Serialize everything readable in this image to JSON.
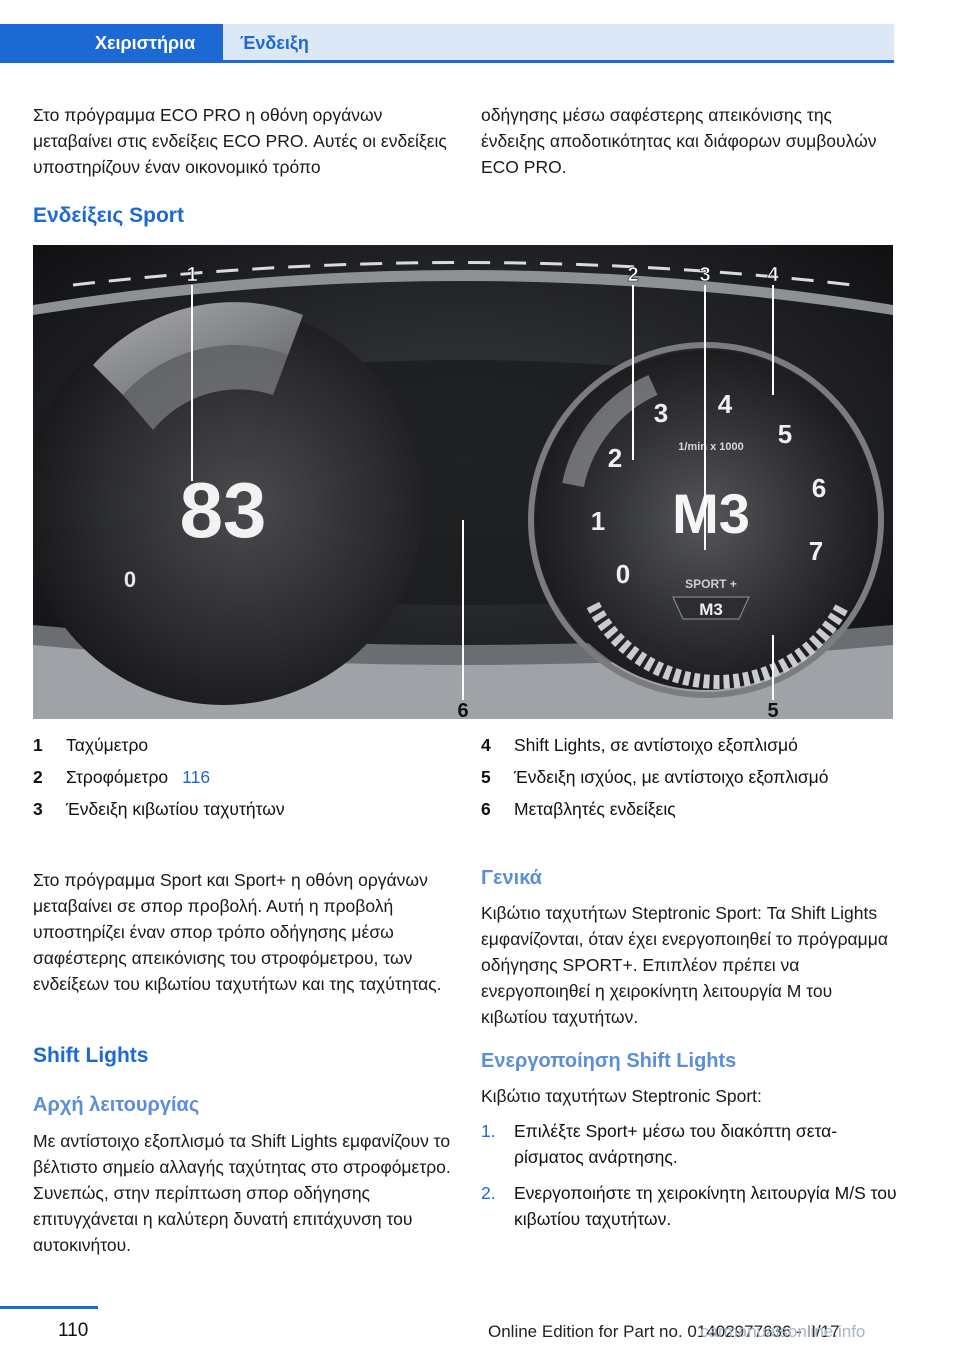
{
  "header": {
    "tab_active": "Χειριστήρια",
    "tab_inactive": "Ένδειξη"
  },
  "intro": {
    "left": "Στο πρόγραμμα ECO PRO η οθόνη οργάνων μεταβαίνει στις ενδείξεις ECO PRO. Αυτές οι ενδείξεις υποστηρίζουν έναν οικονομικό τρόπο",
    "right": "οδήγησης μέσω σαφέστερης απεικόνισης της ένδειξης αποδοτικότητας και διάφορων συμβουλών ECO PRO."
  },
  "sport_heading": "Ενδείξεις Sport",
  "cluster": {
    "speed": "83",
    "gear": "M3",
    "mode_label": "SPORT +",
    "mode_gear": "M3",
    "rpm_unit": "1/min x 1000",
    "speed_zero": "0",
    "rpm_ticks": [
      "0",
      "1",
      "2",
      "3",
      "4",
      "5",
      "6",
      "7"
    ],
    "callouts": [
      "1",
      "2",
      "3",
      "4",
      "5",
      "6"
    ]
  },
  "legend": [
    {
      "num": "1",
      "text": "Ταχύμετρο",
      "ref": ""
    },
    {
      "num": "2",
      "text": "Στροφόμετρο",
      "ref": "116"
    },
    {
      "num": "3",
      "text": "Ένδειξη κιβωτίου ταχυτήτων",
      "ref": ""
    },
    {
      "num": "4",
      "text": "Shift Lights, σε αντίστοιχο εξοπλισμό",
      "ref": ""
    },
    {
      "num": "5",
      "text": "Ένδειξη ισχύος, με αντίστοιχο εξοπλισμό",
      "ref": ""
    },
    {
      "num": "6",
      "text": "Μεταβλητές ενδείξεις",
      "ref": ""
    }
  ],
  "sport_paragraph": "Στο πρόγραμμα Sport και Sport+ η οθόνη οργάνων μεταβαίνει σε σπορ προβολή. Αυτή η προβολή υποστηρίζει έναν σπορ τρόπο οδήγησης μέσω σαφέστερης απεικόνισης του στροφόμετρου, των ενδείξεων του κιβωτίου ταχυτήτων και της ταχύτητας.",
  "shift_heading": "Shift Lights",
  "principle_heading": "Αρχή λειτουργίας",
  "principle_text": "Με αντίστοιχο εξοπλισμό τα Shift Lights εμφανίζουν το βέλτιστο σημείο αλλαγής ταχύτητας στο στροφόμετρο. Συνεπώς, στην περίπτωση σπορ οδήγησης επιτυγχάνεται η καλύτερη δυνατή επιτάχυνση του αυτοκινήτου.",
  "general_heading": "Γενικά",
  "general_text": "Κιβώτιο ταχυτήτων Steptronic Sport: Τα Shift Lights εμφανίζονται, όταν έχει ενεργοποιηθεί το πρόγραμμα οδήγησης SPORT+. Επιπλέον πρέπει να ενεργοποιηθεί η χειροκίνητη λειτουργία M του κιβωτίου ταχυτήτων.",
  "activate_heading": "Ενεργοποίηση Shift Lights",
  "activate_text": "Κιβώτιο ταχυτήτων Steptronic Sport:",
  "steps": [
    {
      "n": "1.",
      "text": "Επιλέξτε Sport+ μέσω του διακόπτη σετα­ρίσματος ανάρτησης."
    },
    {
      "n": "2.",
      "text": "Ενεργοποιήστε τη χειροκίνητη λειτουργία M/S του κιβωτίου ταχυτήτων."
    }
  ],
  "footer": {
    "page": "110",
    "edition": "Online Edition for Part no. 01402977636 - II/17",
    "watermark": "carmanualsonline.info"
  },
  "colors": {
    "accent": "#1c69d4",
    "tab_light": "#dde8f7"
  }
}
